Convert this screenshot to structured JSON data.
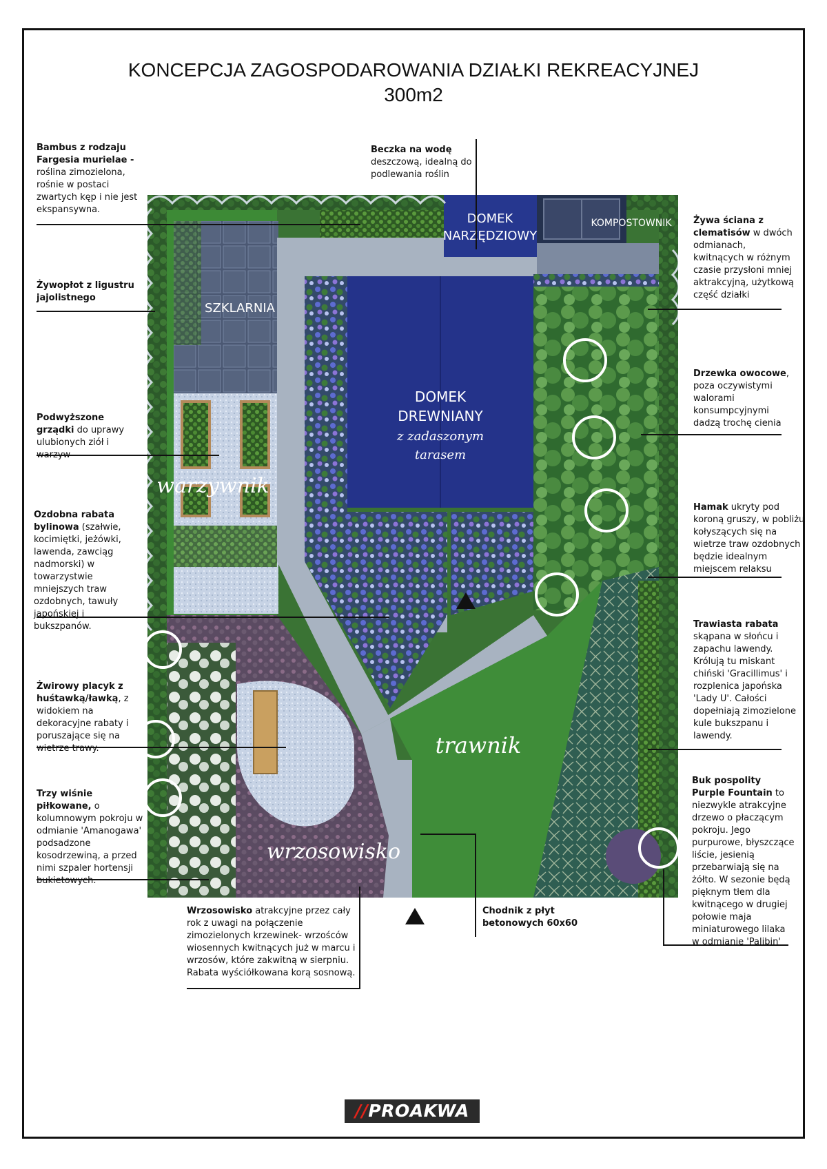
{
  "title": {
    "line1": "KONCEPCJA ZAGOSPODAROWANIA DZIAŁKI REKREACYJNEJ",
    "line2": "300m2"
  },
  "plan_labels": {
    "domek_narzedziowy_1": "DOMEK",
    "domek_narzedziowy_2": "NARZĘDZIOWY",
    "kompostownik": "KOMPOSTOWNIK",
    "szklarnia": "SZKLARNIA",
    "domek_drewniany_1": "DOMEK",
    "domek_drewniany_2": "DREWNIANY",
    "zadaszony_1": "z zadaszonym",
    "zadaszony_2": "tarasem",
    "warzywnik": "warzywnik",
    "trawnik": "trawnik",
    "wrzosowisko": "wrzosowisko"
  },
  "notes": {
    "bambus": {
      "bold": "Bambus z rodzaju Fargesia murielae -",
      "text": " roślina zimozielona, rośnie w postaci zwartych kęp i nie jest ekspansywna."
    },
    "beczka": {
      "bold": "Beczka na wodę",
      "text": " deszczową, idealną do podlewania roślin"
    },
    "zywoplot": {
      "bold": "Żywopłot z ligustru jajolistnego",
      "text": ""
    },
    "sciana": {
      "bold": "Żywa ściana z clematisów",
      "text": " w dwóch odmianach, kwitnących w różnym czasie przysłoni mniej aktrakcyjną, użytkową część działki"
    },
    "drzewka": {
      "bold": "Drzewka owocowe",
      "text": ", poza oczywistymi walorami konsumpcyjnymi dadzą trochę cienia"
    },
    "grzadki": {
      "bold": "Podwyższone grządki",
      "text": " do uprawy ulubionych ziół i warzyw"
    },
    "hamak": {
      "bold": "Hamak",
      "text": " ukryty pod koroną gruszy, w pobliżu kołyszących się na wietrze traw ozdobnych będzie idealnym miejscem relaksu"
    },
    "rabata": {
      "bold": "Ozdobna rabata bylinowa",
      "text": " (szałwie, kocimiętki, jeżówki, lawenda, zawciąg nadmorski) w towarzystwie mniejszych traw ozdobnych, tawuły japońskiej i bukszpanów."
    },
    "trawiasta": {
      "bold": "Trawiasta rabata",
      "text": " skąpana w słońcu i zapachu lawendy. Królują tu miskant chiński 'Gracillimus' i rozplenica japońska 'Lady U'. Całości dopełniają zimozielone kule bukszpanu i lawendy."
    },
    "zwirowy": {
      "bold": "Żwirowy placyk z huśtawką/ławką",
      "text": ", z widokiem na dekoracyjne rabaty i poruszające się na wietrze trawy."
    },
    "buk": {
      "bold": "Buk pospolity Purple Fountain",
      "text": " to niezwykle atrakcyjne drzewo o płaczącym pokroju. Jego purpurowe, błyszczące liście, jesienią przebarwiają się na żółto. W sezonie będą pięknym tłem dla kwitnącego w drugiej połowie maja miniaturowego lilaka w odmianie 'Palibin'"
    },
    "wisnie": {
      "bold": "Trzy wiśnie piłkowane,",
      "text": " o kolumnowym pokroju w odmianie 'Amanogawa' podsadzone kosodrzewiną, a przed nimi szpaler hortensji bukietowych."
    },
    "wrzosowisko": {
      "bold": "Wrzosowisko",
      "text": " atrakcyjne przez cały rok z uwagi na połączenie zimozielonych krzewinek- wrzośców wiosennych kwitnących już w marcu i wrzosów, które zakwitną w sierpniu. Rabata wyściółkowana korą sosnową."
    },
    "chodnik": {
      "bold": "Chodnik z płyt betonowych 60x60",
      "text": ""
    }
  },
  "logo": {
    "slashes": "//",
    "name": "PROAKWA"
  },
  "colors": {
    "navy": "#24338a",
    "lawn": "#3f8a37",
    "hedge": "#2f5a2b",
    "path": "#a9b4c2",
    "gravel": "#c9d5e6",
    "lavender": "#6270c8"
  }
}
